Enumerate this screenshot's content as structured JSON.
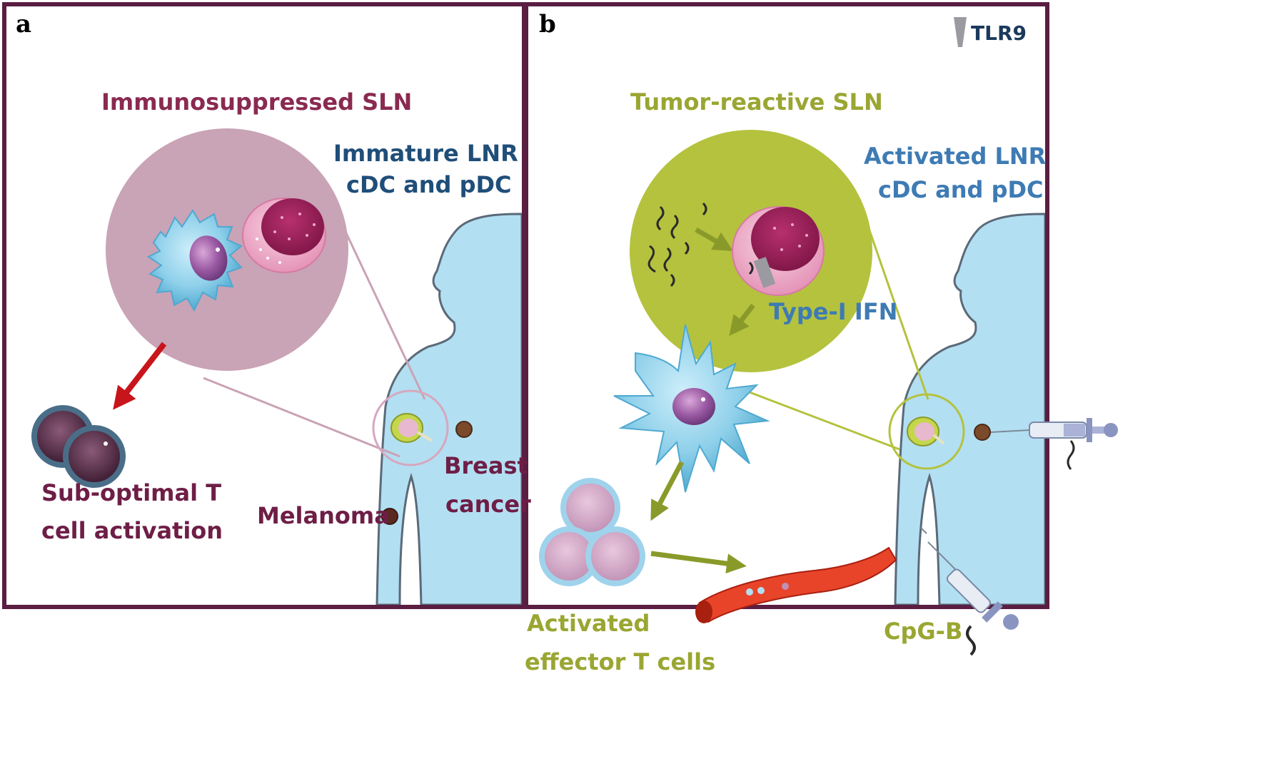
{
  "panel_a": {
    "letter": "a",
    "title": "Immunosuppressed SLN",
    "dc_label_line1": "Immature LNR",
    "dc_label_line2": "cDC and pDC",
    "tcell_label_line1": "Sub-optimal T",
    "tcell_label_line2": "cell activation",
    "melanoma_label": "Melanoma",
    "breast_label_line1": "Breast",
    "breast_label_line2": "cancer"
  },
  "panel_b": {
    "letter": "b",
    "legend_label": "TLR9",
    "title": "Tumor-reactive SLN",
    "dc_label_line1": "Activated LNR",
    "dc_label_line2": "cDC and pDC",
    "ifn_label": "Type-I IFN",
    "tcell_label_line1": "Activated",
    "tcell_label_line2": "effector T cells",
    "cpg_label": "CpG-B"
  },
  "colors": {
    "frame": "#5a1e42",
    "body_fill": "#b3dff2",
    "body_stroke": "#5b6a78",
    "suppressed_circle": "#c9a3b6",
    "reactive_circle": "#b4c23e",
    "red_arrow": "#c8151b",
    "olive_arrow": "#8a9a2a"
  },
  "icons": {
    "dc_cell": "dendritic-cell-icon",
    "tumor_cell": "tumor-cell-icon",
    "t_cell": "t-cell-icon",
    "lymph_node": "lymph-node-icon",
    "syringe": "syringe-icon",
    "blood_vessel": "blood-vessel-icon",
    "cpg": "cpg-oligo-icon",
    "tlr9": "tlr9-receptor-icon"
  }
}
